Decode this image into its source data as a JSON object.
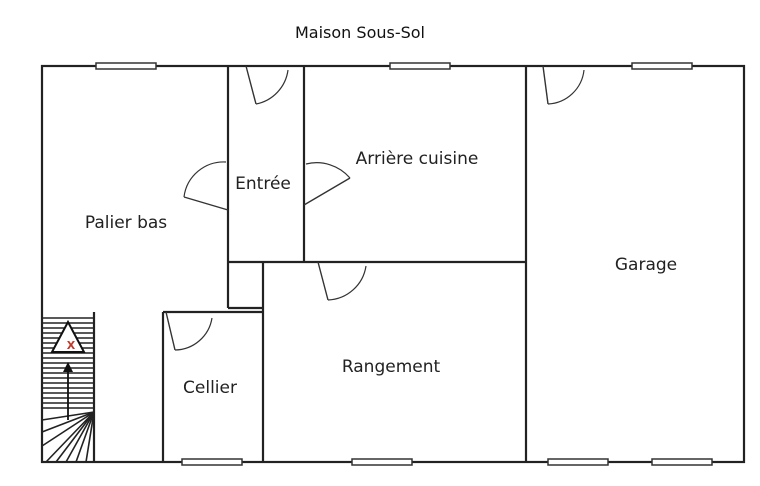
{
  "title": "Maison Sous-Sol",
  "rooms": {
    "palier_bas": "Palier bas",
    "entree": "Entrée",
    "arriere_cuisine": "Arrière cuisine",
    "garage": "Garage",
    "cellier": "Cellier",
    "rangement": "Rangement"
  },
  "symbols": {
    "warning_mark": "X",
    "warning_icon": "triangle-warning-icon"
  }
}
